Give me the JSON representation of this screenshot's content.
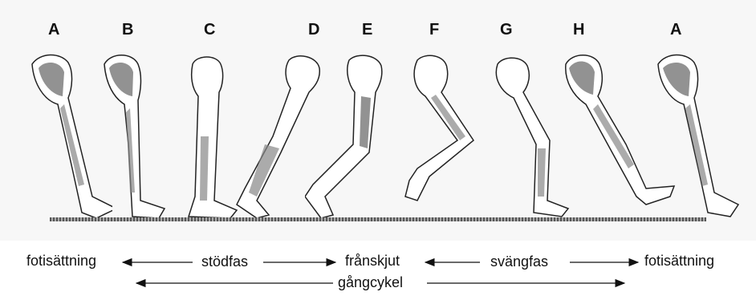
{
  "figure": {
    "phase_letters": [
      "A",
      "B",
      "C",
      "D",
      "E",
      "F",
      "G",
      "H",
      "A"
    ],
    "labels": {
      "foot_strike_left": "fotisättning",
      "stance": "stödfas",
      "push_off": "frånskjut",
      "swing": "svängfas",
      "foot_strike_right": "fotisättning",
      "gait_cycle": "gångcykel"
    },
    "colors": {
      "bone": "#ffffff",
      "outline": "#222222",
      "muscle": "#777777",
      "ground": "#666666"
    }
  }
}
